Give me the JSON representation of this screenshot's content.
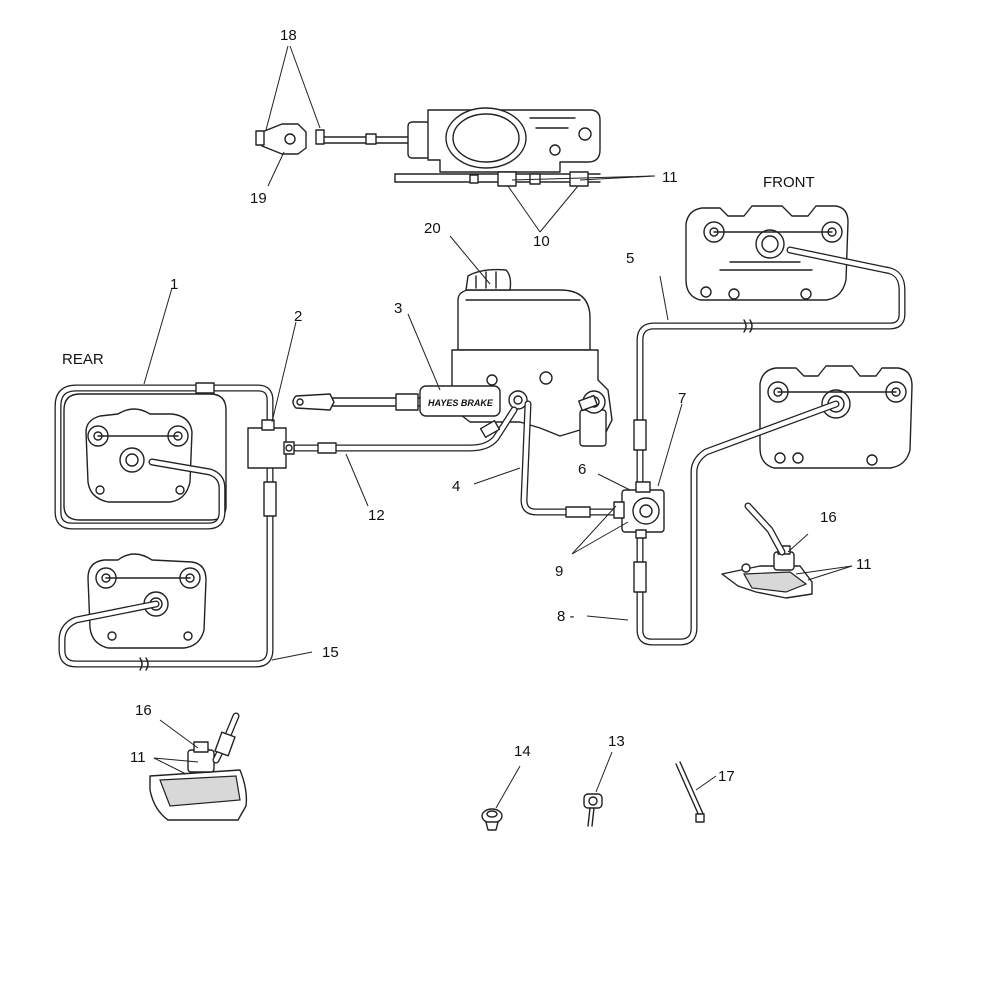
{
  "labels": {
    "front": "FRONT",
    "rear": "REAR",
    "brand": "HAYES BRAKE"
  },
  "callouts": {
    "c1": "1",
    "c2": "2",
    "c3": "3",
    "c4": "4",
    "c5": "5",
    "c6": "6",
    "c7": "7",
    "c8": "8 -",
    "c9": "9",
    "c10": "10",
    "c11_top": "11",
    "c11_right": "11",
    "c11_left": "11",
    "c12": "12",
    "c13": "13",
    "c14": "14",
    "c15": "15",
    "c16_right": "16",
    "c16_left": "16",
    "c17": "17",
    "c18": "18",
    "c19": "19",
    "c20": "20"
  }
}
